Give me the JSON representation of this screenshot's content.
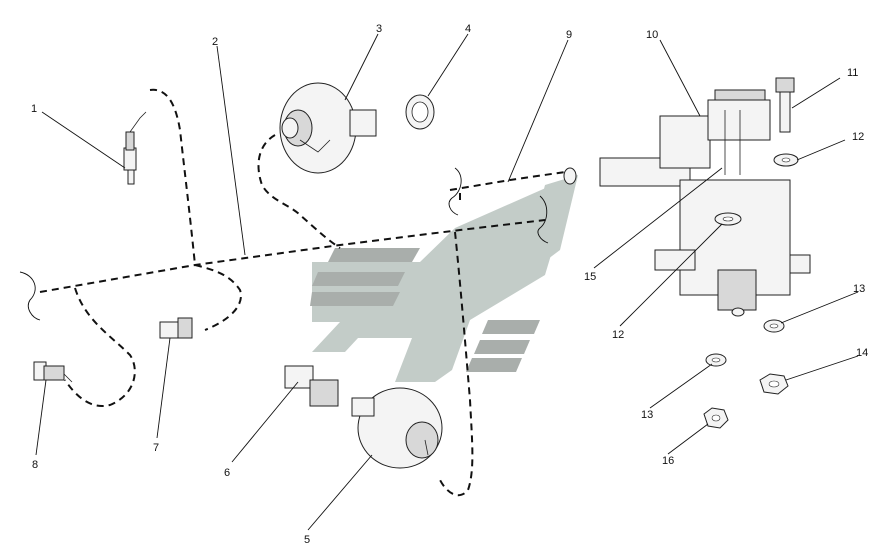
{
  "diagram": {
    "callouts": [
      {
        "id": "1",
        "label": "1"
      },
      {
        "id": "2",
        "label": "2"
      },
      {
        "id": "3",
        "label": "3"
      },
      {
        "id": "4",
        "label": "4"
      },
      {
        "id": "5",
        "label": "5"
      },
      {
        "id": "6",
        "label": "6"
      },
      {
        "id": "7",
        "label": "7"
      },
      {
        "id": "8",
        "label": "8"
      },
      {
        "id": "9",
        "label": "9"
      },
      {
        "id": "10",
        "label": "10"
      },
      {
        "id": "11",
        "label": "11"
      },
      {
        "id": "12a",
        "label": "12"
      },
      {
        "id": "12b",
        "label": "12"
      },
      {
        "id": "13a",
        "label": "13"
      },
      {
        "id": "13b",
        "label": "13"
      },
      {
        "id": "14",
        "label": "14"
      },
      {
        "id": "15",
        "label": "15"
      },
      {
        "id": "16",
        "label": "16"
      }
    ]
  }
}
